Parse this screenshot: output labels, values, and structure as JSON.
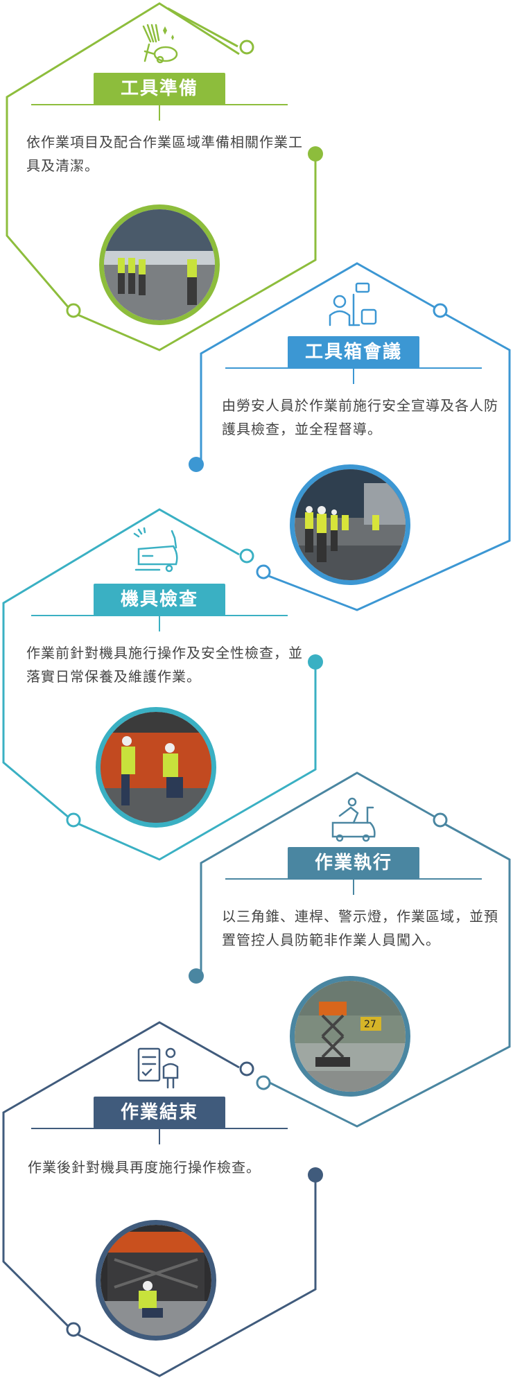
{
  "colors": {
    "step1": "#8dbd3c",
    "step2": "#3c97d3",
    "step3": "#3ab0c3",
    "step4": "#4a86a1",
    "step5": "#405b7c"
  },
  "steps": [
    {
      "title": "工具準備",
      "description": "依作業項目及配合作業區域準備相關作業工具及清潔。",
      "icon": "vacuum-cleaner-icon",
      "photo": "crew-briefing-photo"
    },
    {
      "title": "工具箱會議",
      "description": "由勞安人員於作業前施行安全宣導及各人防護具檢查，並全程督導。",
      "icon": "cleaner-meeting-icon",
      "photo": "toolbox-meeting-photo"
    },
    {
      "title": "機具檢查",
      "description": "作業前針對機具施行操作及安全性檢查，並落實日常保養及維護作業。",
      "icon": "floor-scrubber-icon",
      "photo": "machine-inspection-photo"
    },
    {
      "title": "作業執行",
      "description": "以三角錐、連桿、警示燈，作業區域，並預置管控人員防範非作業人員闖入。",
      "icon": "ride-on-scrubber-icon",
      "photo": "lift-operation-photo"
    },
    {
      "title": "作業結束",
      "description": "作業後針對機具再度施行操作檢查。",
      "icon": "checklist-inspector-icon",
      "photo": "post-work-check-photo"
    }
  ]
}
